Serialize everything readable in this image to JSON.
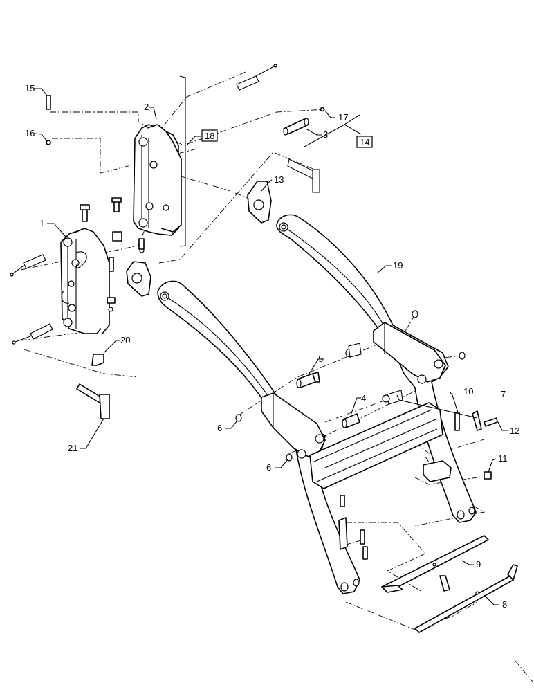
{
  "callouts": {
    "c1": "1",
    "c2": "2",
    "c3": "3",
    "c4": "4",
    "c5": "5",
    "c6a": "6",
    "c6b": "6",
    "c7": "7",
    "c8": "8",
    "c9": "9",
    "c10": "10",
    "c11": "11",
    "c12": "12",
    "c13": "13",
    "c14": "14",
    "c15": "15",
    "c16": "16",
    "c17": "17",
    "c18": "18",
    "c19": "19",
    "c20": "20",
    "c21": "21"
  },
  "colors": {
    "line": "#000000",
    "background": "#ffffff"
  }
}
